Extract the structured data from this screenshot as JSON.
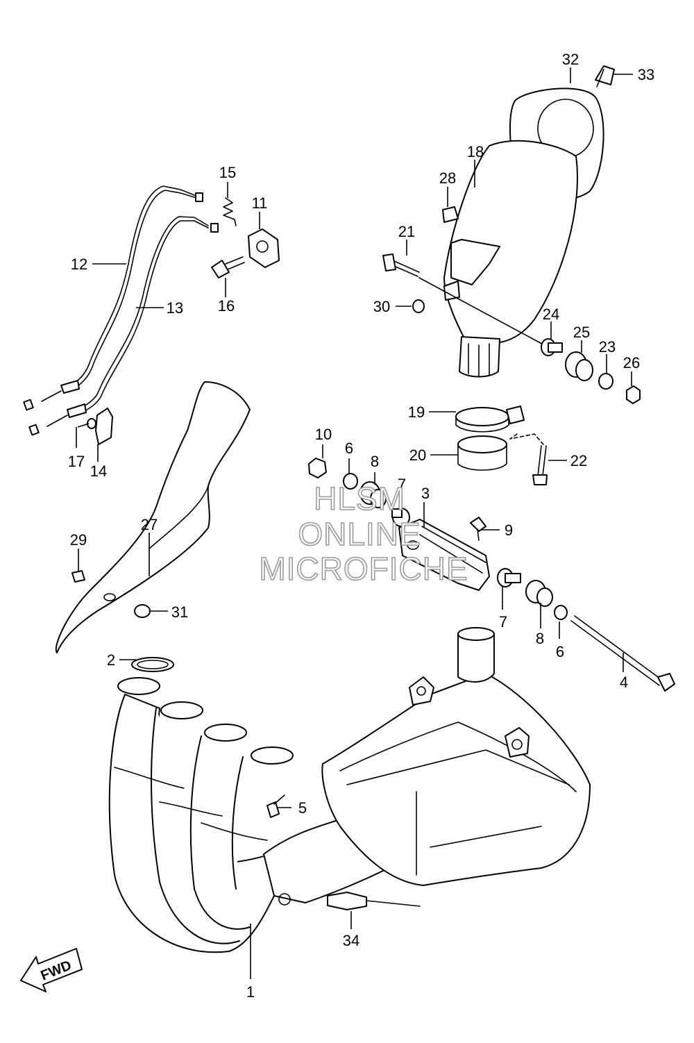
{
  "watermark": {
    "line1": "HLSM",
    "line2": "ONLINE",
    "line3": "MICROFICHE"
  },
  "fwd_label": "FWD",
  "callouts": [
    "1",
    "2",
    "3",
    "4",
    "5",
    "6",
    "6",
    "7",
    "7",
    "8",
    "8",
    "9",
    "10",
    "11",
    "12",
    "13",
    "14",
    "15",
    "16",
    "17",
    "18",
    "19",
    "20",
    "21",
    "22",
    "23",
    "24",
    "25",
    "26",
    "27",
    "28",
    "29",
    "30",
    "31",
    "32",
    "33",
    "34"
  ],
  "colors": {
    "line": "#000000",
    "background": "#ffffff",
    "watermark": "#9a9a9a"
  }
}
